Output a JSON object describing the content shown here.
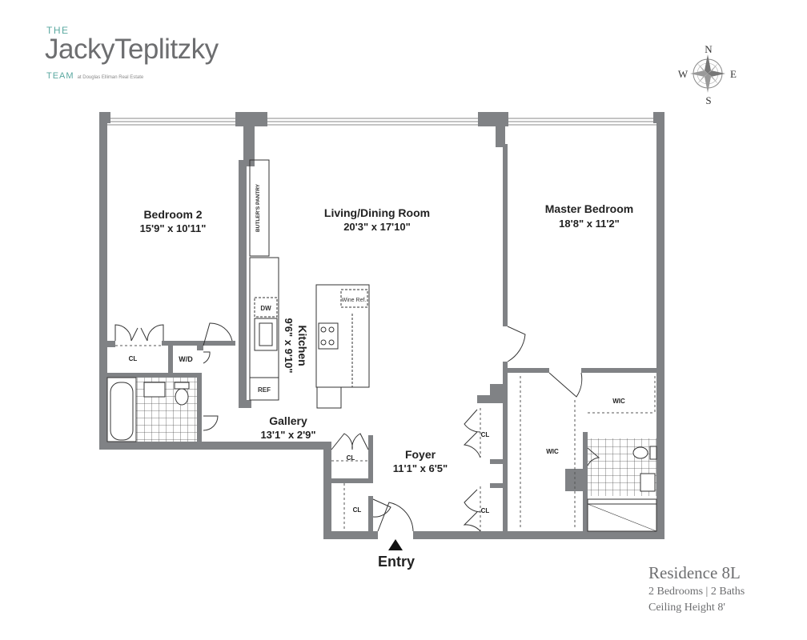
{
  "brand": {
    "the": "THE",
    "name": "JackyTeplitzky",
    "team": "TEAM",
    "affiliation": "at Douglas Elliman Real Estate"
  },
  "compass": {
    "n": "N",
    "s": "S",
    "e": "E",
    "w": "W"
  },
  "rooms": {
    "bedroom2": {
      "name": "Bedroom 2",
      "dims": "15'9\" x 10'11\""
    },
    "living": {
      "name": "Living/Dining Room",
      "dims": "20'3\" x 17'10\""
    },
    "master": {
      "name": "Master Bedroom",
      "dims": "18'8\" x 11'2\""
    },
    "kitchen": {
      "name": "Kitchen",
      "dims": "9'6\" x 9'10\""
    },
    "gallery": {
      "name": "Gallery",
      "dims": "13'1\" x 2'9\""
    },
    "foyer": {
      "name": "Foyer",
      "dims": "11'1\" x 6'5\""
    }
  },
  "fixtures": {
    "butlers_pantry": "BUTLER'S PANTRY",
    "dw": "DW",
    "ref": "REF",
    "wine_ref": "Wine Ref.",
    "wd": "W/D",
    "cl": "CL",
    "wic": "WIC"
  },
  "entry": "Entry",
  "residence": {
    "title": "Residence 8L",
    "summary": "2 Bedrooms | 2 Baths",
    "ceiling": "Ceiling Height 8'"
  },
  "colors": {
    "wall": "#808285",
    "brand_teal": "#5aa8a0",
    "brand_gray": "#6d6e70"
  }
}
